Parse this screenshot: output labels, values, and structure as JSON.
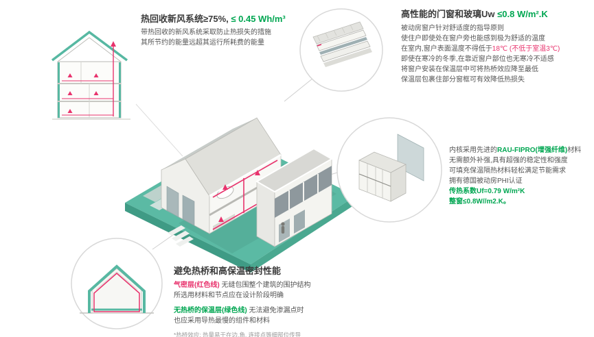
{
  "colors": {
    "teal_illustration": "#57b8a2",
    "green_text": "#00a651",
    "red_accent": "#e8336d",
    "body_text": "#555555"
  },
  "hrv": {
    "title_black": "热回收新风系统≥75%,",
    "title_green": " ≤ 0.45 Wh/m³",
    "body": [
      "带热回收的新风系统采取防止热损失的措施",
      "其所节约的能量远超其运行所耗费的能量"
    ]
  },
  "windows": {
    "title_black": "高性能的门窗和玻璃Uw ",
    "title_green": "≤0.8 W/m².K",
    "line1": "被动房窗户针对舒适度的指导原则",
    "line2": "使住户即使处在窗户旁也能感到极为舒适的温度",
    "line3_black": "在室内,窗户表面温度不得低于",
    "line3_red1": "18℃",
    "line3_red2": " (不低于室温3℃)",
    "line4": "即使在寒冷的冬季,在靠近窗户部位也无寒冷不适感",
    "line5": "将窗户安装在保温层中可将热桥效应降至最低",
    "line6": "保温层包裹住部分窗框可有效降低热损失"
  },
  "profile": {
    "line1_black1": "内核采用先进的",
    "line1_green": "RAU-FIPRO(增强纤维)",
    "line1_black2": "材料",
    "line2": "无需额外补强,具有超强的稳定性和强度",
    "line3": "可填充保温隔热材料轻松满足节能需求",
    "line4": "拥有德国被动房PHI认证",
    "line5": "传热系数Uf=0.79 W/m²K",
    "line6": "整窗≤0.8W//m2.K。"
  },
  "thermal": {
    "title": "避免热桥和高保温密封性能",
    "red_label": "气密层(红色线)",
    "line1": " 无缝包围整个建筑的围护结构",
    "line2": "所选用材料和节点应在设计阶段明确",
    "green_label": "无热桥的保温层(绿色线)",
    "line3": " 无法避免渗漏点时",
    "line4": "也应采用导热最慢的组件和材料",
    "footnote": "*热桥效应: 热量易于在边,角, 连接点等细部位传导"
  }
}
